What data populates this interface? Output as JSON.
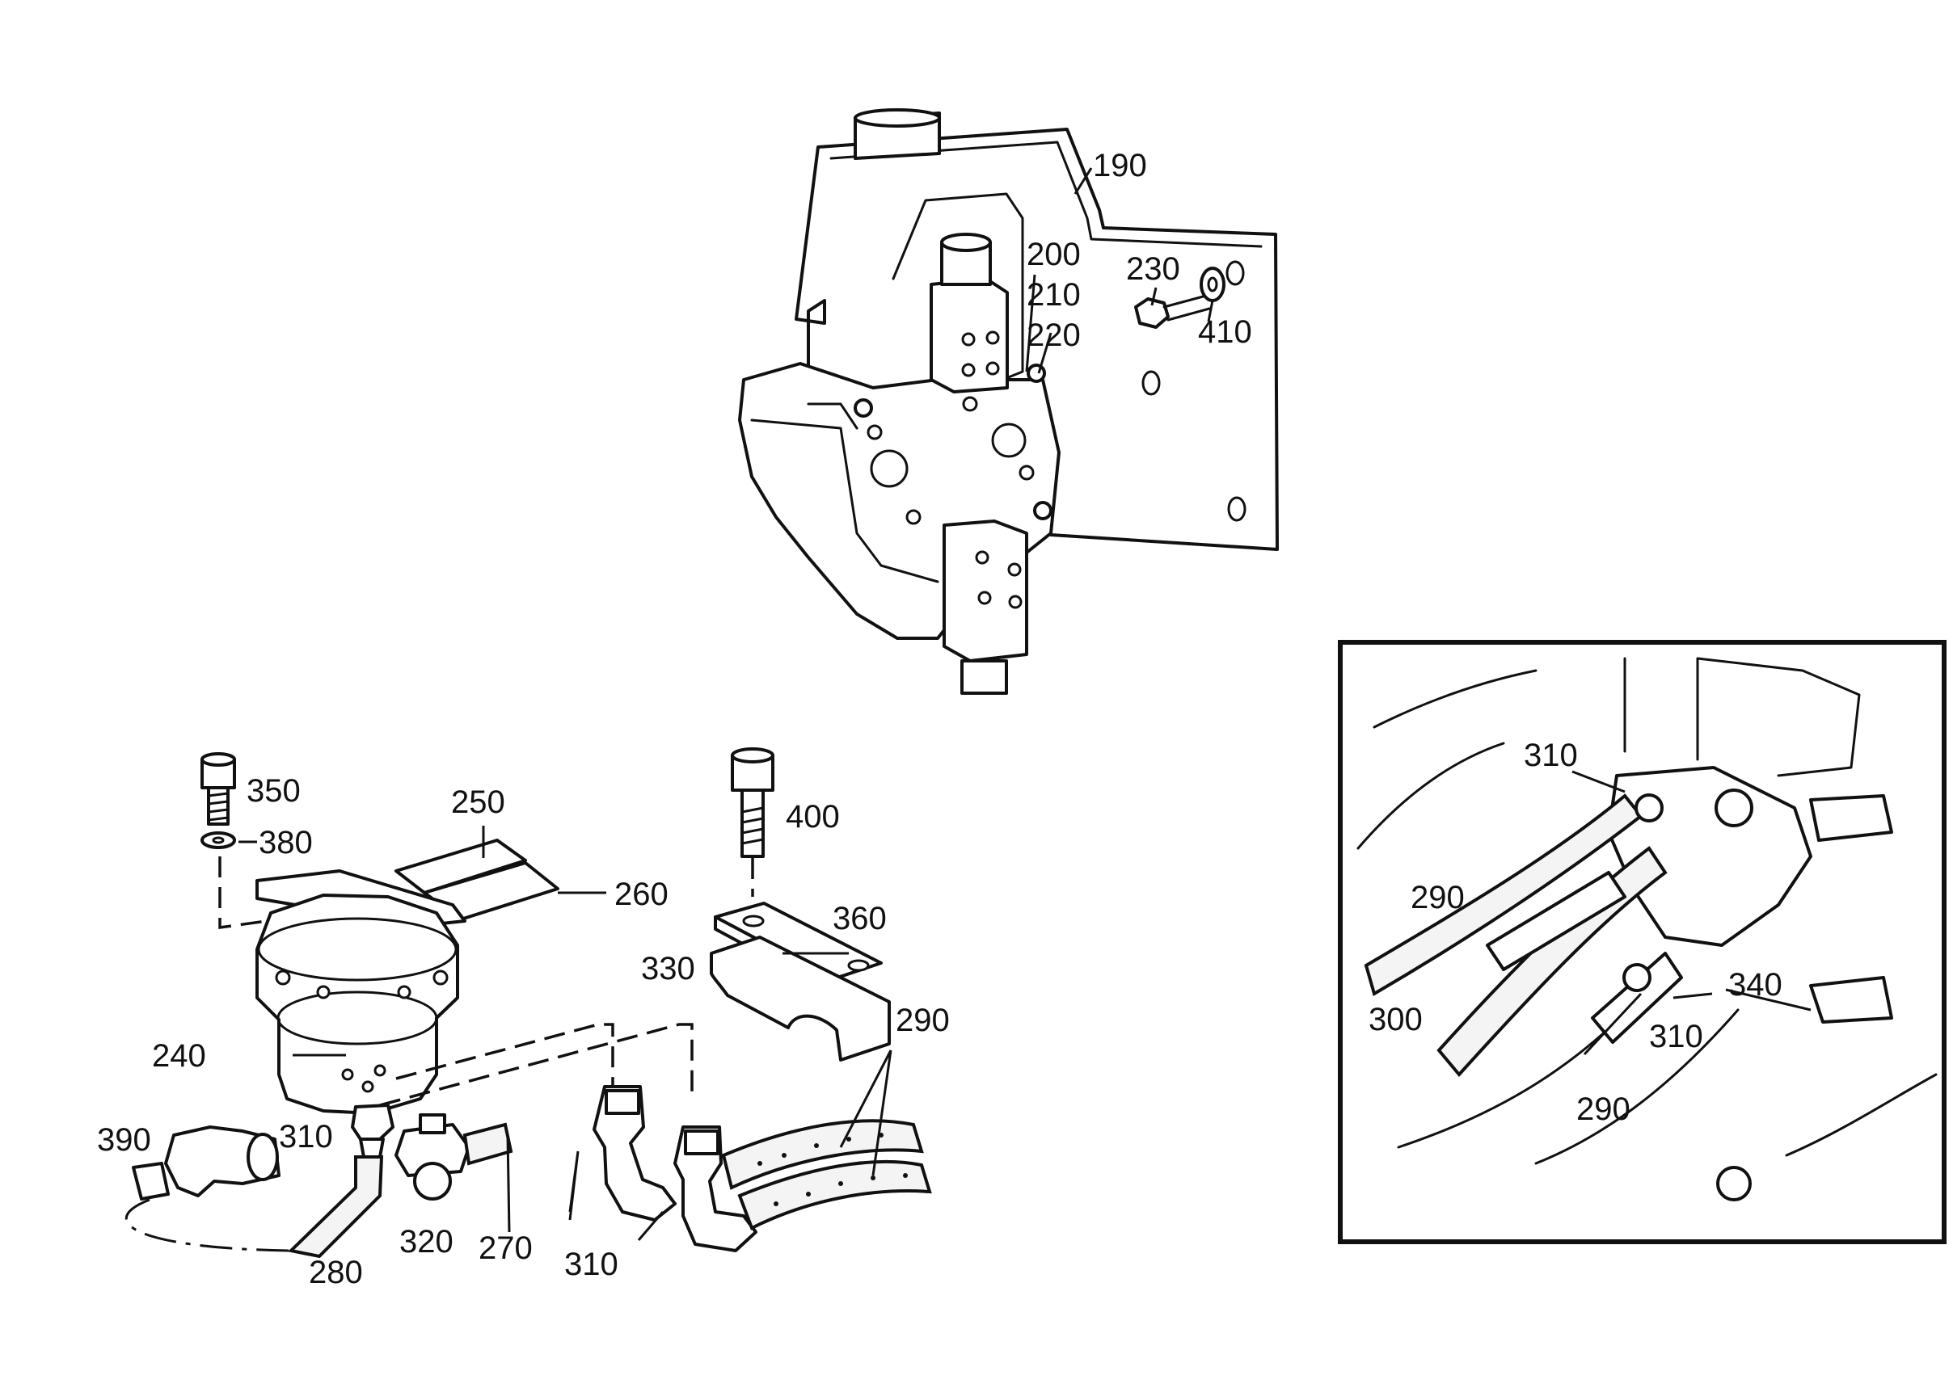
{
  "diagram": {
    "callouts": [
      {
        "id": "c190",
        "text": "190"
      },
      {
        "id": "c200",
        "text": "200"
      },
      {
        "id": "c210",
        "text": "210"
      },
      {
        "id": "c220",
        "text": "220"
      },
      {
        "id": "c230",
        "text": "230"
      },
      {
        "id": "c410",
        "text": "410"
      },
      {
        "id": "c350",
        "text": "350"
      },
      {
        "id": "c380",
        "text": "380"
      },
      {
        "id": "c250",
        "text": "250"
      },
      {
        "id": "c260",
        "text": "260"
      },
      {
        "id": "c400",
        "text": "400"
      },
      {
        "id": "c360",
        "text": "360"
      },
      {
        "id": "c330",
        "text": "330"
      },
      {
        "id": "c290a",
        "text": "290"
      },
      {
        "id": "c240",
        "text": "240"
      },
      {
        "id": "c390",
        "text": "390"
      },
      {
        "id": "c310a",
        "text": "310"
      },
      {
        "id": "c320",
        "text": "320"
      },
      {
        "id": "c270",
        "text": "270"
      },
      {
        "id": "c280",
        "text": "280"
      },
      {
        "id": "c310b",
        "text": "310"
      },
      {
        "id": "c310c",
        "text": "310"
      },
      {
        "id": "c290b",
        "text": "290"
      },
      {
        "id": "c300",
        "text": "300"
      },
      {
        "id": "c340",
        "text": "340"
      },
      {
        "id": "c310d",
        "text": "310"
      },
      {
        "id": "c290c",
        "text": "290"
      }
    ]
  }
}
